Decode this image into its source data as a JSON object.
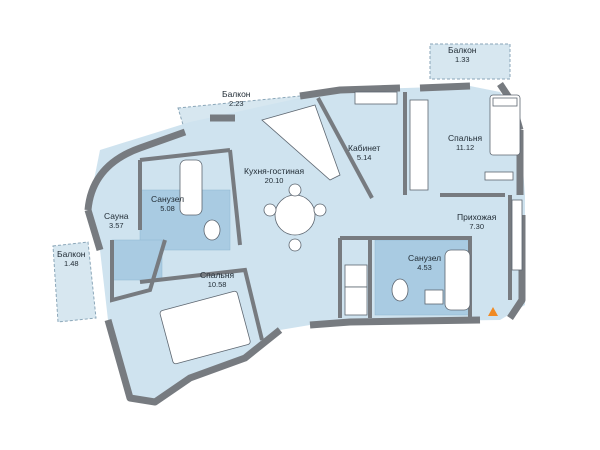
{
  "rooms": [
    {
      "id": "balcony-top-right",
      "name": "Балкон",
      "area": "1.33"
    },
    {
      "id": "balcony-top",
      "name": "Балкон",
      "area": "2.23"
    },
    {
      "id": "bedroom-right",
      "name": "Спальня",
      "area": "11.12"
    },
    {
      "id": "office",
      "name": "Кабинет",
      "area": "5.14"
    },
    {
      "id": "kitchen-living",
      "name": "Кухня-гостиная",
      "area": "20.10"
    },
    {
      "id": "bathroom-left",
      "name": "Санузел",
      "area": "5.08"
    },
    {
      "id": "sauna",
      "name": "Сауна",
      "area": "3.57"
    },
    {
      "id": "hallway",
      "name": "Прихожая",
      "area": "7.30"
    },
    {
      "id": "bathroom-center",
      "name": "Санузел",
      "area": "4.53"
    },
    {
      "id": "balcony-left",
      "name": "Балкон",
      "area": "1.48"
    },
    {
      "id": "bedroom-left",
      "name": "Спальня",
      "area": "10.58"
    }
  ],
  "colors": {
    "floor": "#cfe3ef",
    "wall": "#777b80",
    "balcony": "#d7e7f0",
    "tile": "#9fc4dd",
    "furniture": "#ffffff",
    "entrance_marker": "#f08a24"
  },
  "icons": [
    "entrance-marker-icon",
    "bed-icon",
    "sofa-icon",
    "dining-table-icon",
    "bathtub-icon",
    "toilet-icon",
    "sink-icon",
    "stove-icon",
    "wardrobe-icon",
    "desk-icon"
  ]
}
